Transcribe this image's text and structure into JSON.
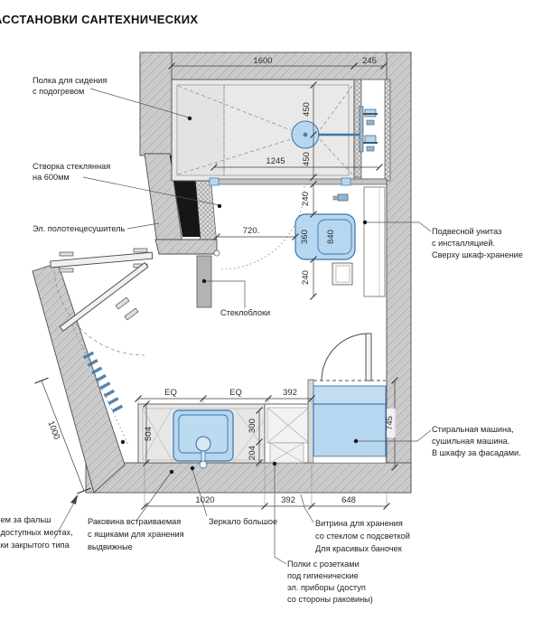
{
  "title": "АССТАНОВКИ САНТЕХНИЧЕСКИХ",
  "labels": {
    "seat": [
      "Полка для сидения",
      "с подогревом"
    ],
    "glass_door": [
      "Створка стеклянная",
      "на 600мм"
    ],
    "towel": [
      "Эл. полотенцесушитель"
    ],
    "glass_blocks": [
      "Стеклоблоки"
    ],
    "wc": [
      "Подвесной унитаз",
      "с инсталляцией.",
      "Сверху шкаф-хранение"
    ],
    "wm": [
      "Стиральная машина,",
      "сушильная машина.",
      "В шкафу за фасадами."
    ],
    "access": [
      "ем за фальш",
      "доступных местах,",
      "ки закрытого типа"
    ],
    "sink": [
      "Раковина встраиваемая",
      "с ящиками для хранения",
      "выдвижные"
    ],
    "mirror": [
      "Зеркало большое"
    ],
    "vitrina": [
      "Витрина для хранения",
      "со стеклом с подсветкой",
      "Для красивых баночек"
    ],
    "shelves": [
      "Полки с розетками",
      "под гигиенические",
      "эл. приборы (доступ",
      "со стороны раковины)"
    ]
  },
  "dims": {
    "shower_width": "1600",
    "niche_width": "245",
    "drain_top": "450",
    "drain_bottom": "450",
    "shower_length": "1245",
    "wc_top_gap": "240",
    "wc_width": "360",
    "wc_length": "840",
    "wc_bottom_gap": "240",
    "wc_to_wall": "720.",
    "eq_left": "EQ",
    "eq_right": "EQ",
    "counter_to_cabinet": "392",
    "counter_depth": "504",
    "sink_back": "300",
    "sink_front": "204",
    "bottom_counter": "1020",
    "bottom_gap": "392",
    "bottom_cabinet": "648",
    "cabinet_depth": "745",
    "diagonal_wall": "1000"
  },
  "colors": {
    "fixture-fill": "#b6d7f0",
    "fixture-stroke": "#3e74a8",
    "wall-fill": "#cdcdcd",
    "wall-hatch": "#a0a0a0",
    "floor-fill": "#e9e9e7",
    "line": "#4a4a4a",
    "label-text": "#1f1f1f"
  }
}
